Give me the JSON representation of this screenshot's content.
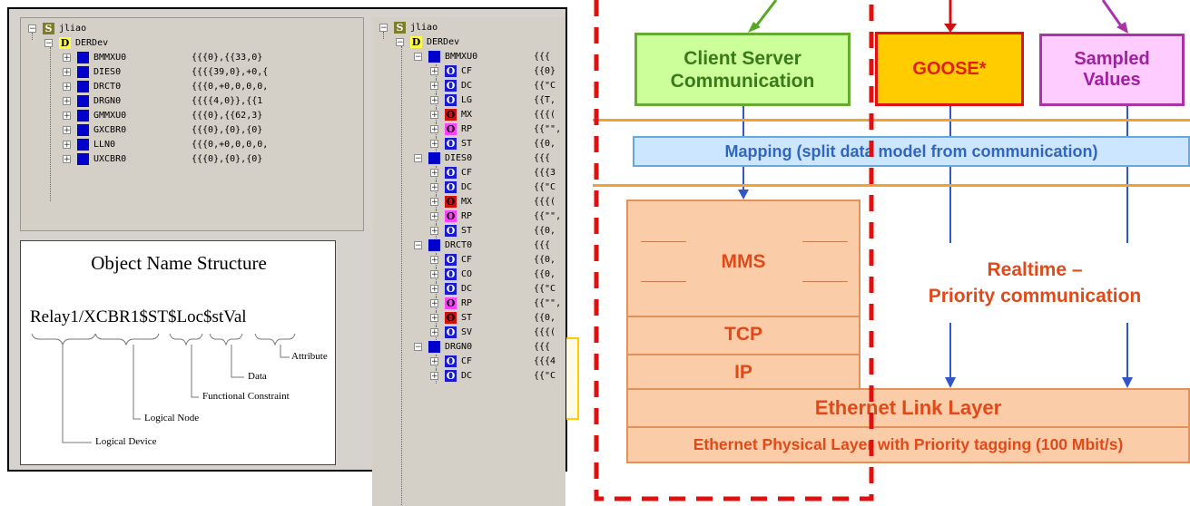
{
  "tree_left": {
    "root": {
      "label": "jliao",
      "icon": "S"
    },
    "device": {
      "label": "DERDev",
      "icon": "D"
    },
    "nodes": [
      {
        "label": "BMMXU0",
        "value": "{{{0},{{33,0}"
      },
      {
        "label": "DIES0",
        "value": "{{{{39,0},+0,{"
      },
      {
        "label": "DRCT0",
        "value": "{{{0,+0,0,0,0,"
      },
      {
        "label": "DRGN0",
        "value": "{{{{4,0}},{{1"
      },
      {
        "label": "GMMXU0",
        "value": "{{{0},{{62,3}"
      },
      {
        "label": "GXCBR0",
        "value": "{{{0},{0},{0}"
      },
      {
        "label": "LLN0",
        "value": "{{{0,+0,0,0,0,"
      },
      {
        "label": "UXCBR0",
        "value": "{{{0},{0},{0}"
      }
    ]
  },
  "tree_right": {
    "root": {
      "label": "jliao",
      "icon": "S"
    },
    "device": {
      "label": "DERDev",
      "icon": "D"
    },
    "rows": [
      {
        "level": 2,
        "icon": "L",
        "label": "BMMXU0",
        "value": "{{{"
      },
      {
        "level": 3,
        "icon": "O",
        "color": "blue",
        "label": "CF",
        "value": "{{0}"
      },
      {
        "level": 3,
        "icon": "O",
        "color": "blue",
        "label": "DC",
        "value": "{{\"C"
      },
      {
        "level": 3,
        "icon": "O",
        "color": "blue",
        "label": "LG",
        "value": "{{T,"
      },
      {
        "level": 3,
        "icon": "O",
        "color": "red",
        "label": "MX",
        "value": "{{{("
      },
      {
        "level": 3,
        "icon": "O",
        "color": "magenta",
        "label": "RP",
        "value": "{{\"\","
      },
      {
        "level": 3,
        "icon": "O",
        "color": "blue",
        "label": "ST",
        "value": "{{0,"
      },
      {
        "level": 2,
        "icon": "L",
        "label": "DIES0",
        "value": "{{{"
      },
      {
        "level": 3,
        "icon": "O",
        "color": "blue",
        "label": "CF",
        "value": "{{{3"
      },
      {
        "level": 3,
        "icon": "O",
        "color": "blue",
        "label": "DC",
        "value": "{{\"C"
      },
      {
        "level": 3,
        "icon": "O",
        "color": "red",
        "label": "MX",
        "value": "{{{("
      },
      {
        "level": 3,
        "icon": "O",
        "color": "magenta",
        "label": "RP",
        "value": "{{\"\","
      },
      {
        "level": 3,
        "icon": "O",
        "color": "blue",
        "label": "ST",
        "value": "{{0,"
      },
      {
        "level": 2,
        "icon": "L",
        "label": "DRCT0",
        "value": "{{{"
      },
      {
        "level": 3,
        "icon": "O",
        "color": "blue",
        "label": "CF",
        "value": "{{0,"
      },
      {
        "level": 3,
        "icon": "O",
        "color": "blue",
        "label": "CO",
        "value": "{{0,"
      },
      {
        "level": 3,
        "icon": "O",
        "color": "blue",
        "label": "DC",
        "value": "{{\"C"
      },
      {
        "level": 3,
        "icon": "O",
        "color": "magenta",
        "label": "RP",
        "value": "{{\"\","
      },
      {
        "level": 3,
        "icon": "O",
        "color": "red",
        "label": "ST",
        "value": "{{0,"
      },
      {
        "level": 3,
        "icon": "O",
        "color": "blue",
        "label": "SV",
        "value": "{{{("
      },
      {
        "level": 2,
        "icon": "L",
        "label": "DRGN0",
        "value": "{{{"
      },
      {
        "level": 3,
        "icon": "O",
        "color": "blue",
        "label": "CF",
        "value": "{{{4"
      },
      {
        "level": 3,
        "icon": "O",
        "color": "blue",
        "label": "DC",
        "value": "{{\"C"
      }
    ]
  },
  "object_name": {
    "title": "Object Name Structure",
    "path": "Relay1/XCBR1$ST$Loc$stVal",
    "labels": {
      "attribute": "Attribute",
      "data": "Data",
      "fc": "Functional Constraint",
      "node": "Logical Node",
      "device": "Logical Device"
    }
  },
  "diagram": {
    "client_server": [
      "Client Server",
      "Communication"
    ],
    "goose": "GOOSE*",
    "sampled_values": [
      "Sampled",
      "Values"
    ],
    "mapping": "Mapping (split data model from communication)",
    "mms": "MMS",
    "tcp": "TCP",
    "ip": "IP",
    "realtime": [
      "Realtime –",
      "Priority communication"
    ],
    "eth_link": "Ethernet Link Layer",
    "eth_phys": "Ethernet Physical Layer with Priority tagging (100 Mbit/s)",
    "colors": {
      "client_server_fill": "#ccff99",
      "goose_fill": "#ffcc00",
      "goose_border": "#e01010",
      "sampled_fill": "#ffccff",
      "mapping_fill": "#cce6ff",
      "stack_fill": "#fbcca8",
      "stack_text": "#e04a1a",
      "dashed_border": "#e01010",
      "arrow_blue": "#3355cc"
    }
  }
}
